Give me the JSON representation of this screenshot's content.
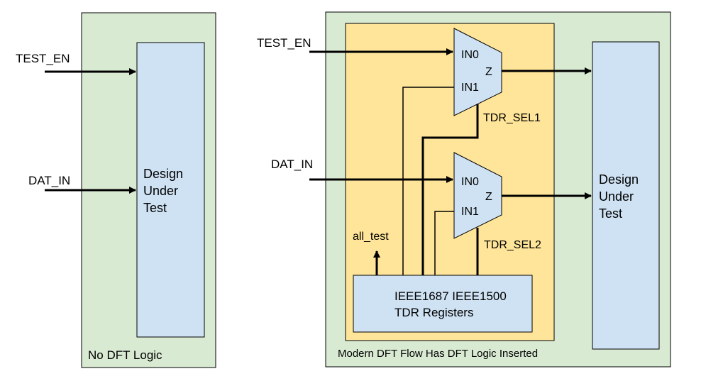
{
  "colors": {
    "outer_fill": "#d9ead3",
    "inner_fill": "#ffe599",
    "block_fill": "#cfe2f3",
    "stroke": "#000000"
  },
  "left": {
    "caption": "No DFT Logic",
    "inputs": [
      "TEST_EN",
      "DAT_IN"
    ],
    "dut_label": [
      "Design",
      "Under",
      "Test"
    ]
  },
  "right": {
    "caption": "Modern DFT Flow Has DFT Logic Inserted",
    "inputs": [
      "TEST_EN",
      "DAT_IN"
    ],
    "mux1": {
      "in0": "IN0",
      "in1": "IN1",
      "out": "Z",
      "sel": "TDR_SEL1"
    },
    "mux2": {
      "in0": "IN0",
      "in1": "IN1",
      "out": "Z",
      "sel": "TDR_SEL2"
    },
    "tdr_label": [
      "IEEE1687 IEEE1500",
      "TDR Registers"
    ],
    "all_test": "all_test",
    "dut_label": [
      "Design",
      "Under",
      "Test"
    ]
  }
}
